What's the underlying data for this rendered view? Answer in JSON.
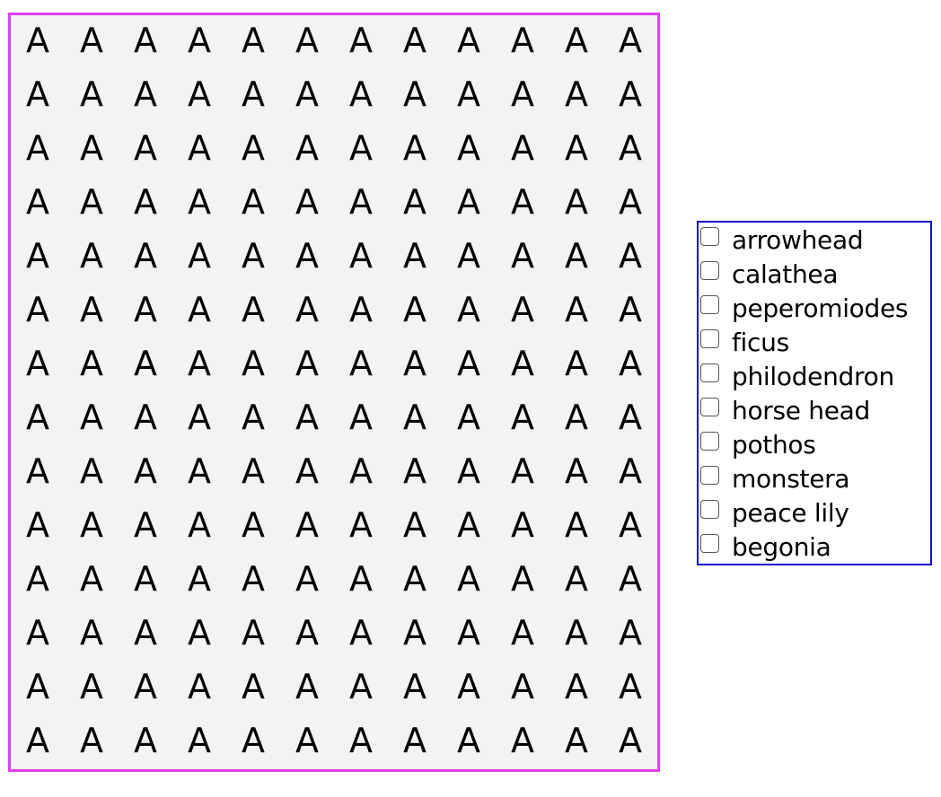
{
  "grid": {
    "glyph": "A",
    "rows": 14,
    "cols": 12
  },
  "checklist": {
    "items": [
      {
        "label": "arrowhead",
        "checked": false
      },
      {
        "label": "calathea",
        "checked": false
      },
      {
        "label": "peperomiodes",
        "checked": false
      },
      {
        "label": "ficus",
        "checked": false
      },
      {
        "label": "philodendron",
        "checked": false
      },
      {
        "label": "horse head",
        "checked": false
      },
      {
        "label": "pothos",
        "checked": false
      },
      {
        "label": "monstera",
        "checked": false
      },
      {
        "label": "peace lily",
        "checked": false
      },
      {
        "label": "begonia",
        "checked": false
      }
    ]
  },
  "colors": {
    "grid_border": "#e040ed",
    "grid_background": "#f2f3f3",
    "checklist_border": "#1010d0"
  }
}
